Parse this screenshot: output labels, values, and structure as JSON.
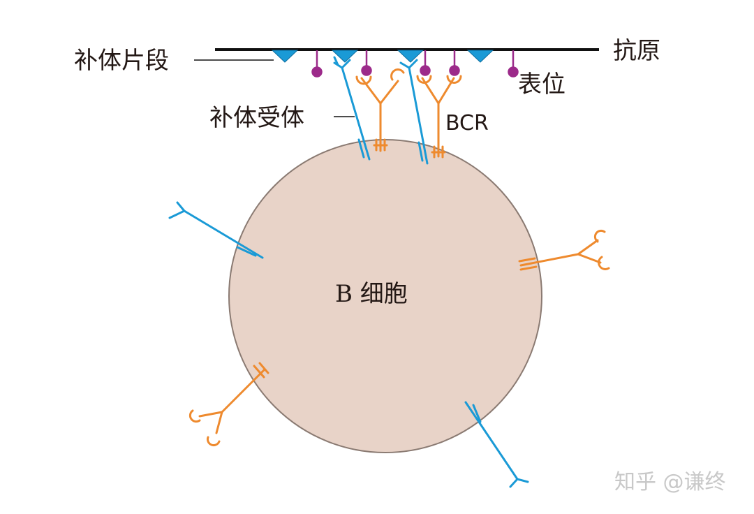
{
  "labels": {
    "complement_fragment": "补体片段",
    "antigen": "抗原",
    "epitope": "表位",
    "complement_receptor": "补体受体",
    "bcr": "BCR",
    "b_cell": "B 细胞"
  },
  "watermark": "知乎 @谦终",
  "colors": {
    "cell_fill": "#e8d3c8",
    "cell_stroke": "#8a7a72",
    "antigen_line": "#111111",
    "complement_receptor": "#1a9ad6",
    "bcr": "#ee8a2e",
    "complement_fragment": "#1a9ad6",
    "epitope": "#9c2a8a"
  }
}
